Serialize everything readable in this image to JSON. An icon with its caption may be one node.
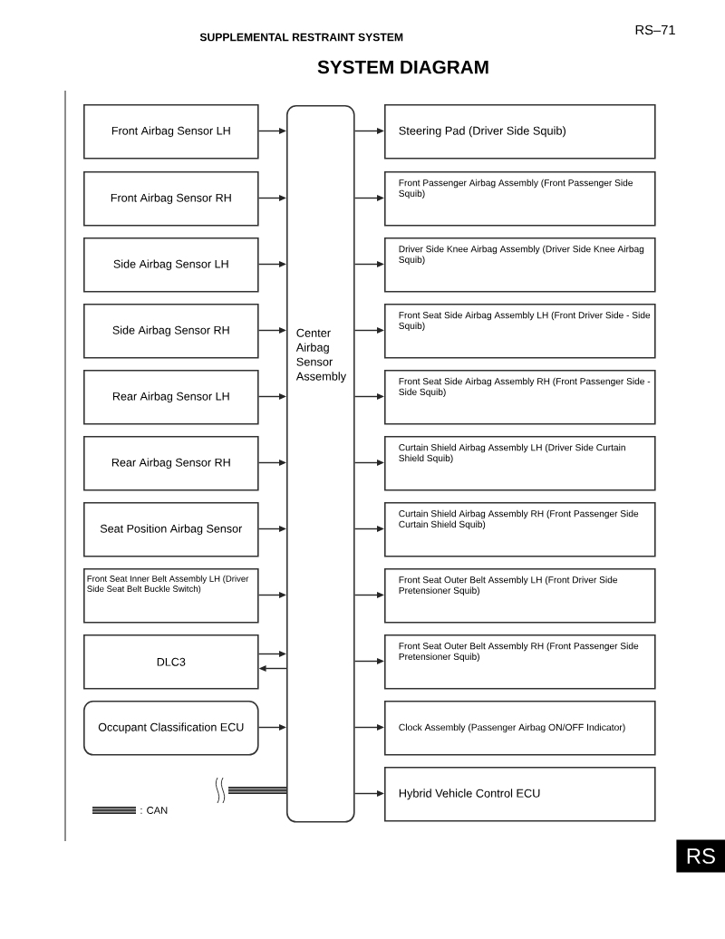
{
  "diagram": {
    "title": "SYSTEM DIAGRAM",
    "nodes": [
      {
        "text": [
          "Front Airbag Sensor LH"
        ]
      },
      {
        "text": [
          "Front Airbag Sensor RH"
        ]
      },
      {
        "text": [
          "Side Airbag Sensor LH"
        ]
      },
      {
        "text": [
          "Side Airbag Sensor RH"
        ]
      },
      {
        "text": [
          "Rear Airbag Sensor LH"
        ]
      },
      {
        "text": [
          "Rear Airbag Sensor RH"
        ]
      },
      {
        "text": [
          "Seat Position Airbag Sensor"
        ]
      },
      {
        "text": [
          "Front Seat Inner Belt Assembly LH (Driver Side Seat Belt Buckle Switch)"
        ]
      },
      {
        "text": [
          "DLC3"
        ]
      },
      {
        "text": [
          "Occupant Classification ECU"
        ]
      },
      {
        "text": [
          "Center Airbag Sensor Assembly"
        ]
      },
      {
        "text": [
          "Steering Pad (Driver Side Squib)"
        ]
      },
      {
        "text": [
          "Front Passenger Airbag Assembly (Front Passenger Side Squib)"
        ]
      },
      {
        "text": [
          "Driver Side Knee Airbag Assembly (Driver Side Knee Airbag Squib)"
        ]
      },
      {
        "text": [
          "Front Seat Side Airbag Assembly LH (Front Driver Side - Side Squib)"
        ]
      },
      {
        "text": [
          "Front Seat Side Airbag Assembly RH (Front Passenger Side - Side Squib)"
        ]
      },
      {
        "text": [
          "Curtain Shield Airbag Assembly LH (Driver Side Curtain Shield Squib)"
        ]
      },
      {
        "text": [
          "Curtain Shield Airbag Assembly RH (Front Passenger Side Curtain Shield Squib)"
        ]
      },
      {
        "text": [
          "Front Seat Outer Belt Assembly LH (Front Driver Side Pretensioner Squib)"
        ]
      },
      {
        "text": [
          "Front Seat Outer Belt Assembly RH (Front Passenger Side Pretensioner Squib)"
        ]
      },
      {
        "text": [
          "Clock Assembly (Passenger Airbag ON/OFF Indicator)"
        ]
      },
      {
        "text": [
          "Hybrid Vehicle Control ECU"
        ]
      }
    ],
    "edges": [
      {
        "from": 0,
        "to": 10,
        "arrow": "to"
      },
      {
        "from": 1,
        "to": 10,
        "arrow": "to"
      },
      {
        "from": 2,
        "to": 10,
        "arrow": "to"
      },
      {
        "from": 3,
        "to": 10,
        "arrow": "to"
      },
      {
        "from": 4,
        "to": 10,
        "arrow": "to"
      },
      {
        "from": 5,
        "to": 10,
        "arrow": "to"
      },
      {
        "from": 6,
        "to": 10,
        "arrow": "to"
      },
      {
        "from": 7,
        "to": 10,
        "arrow": "to"
      },
      {
        "from": 8,
        "to": 10,
        "arrow": "to"
      },
      {
        "from": 10,
        "to": 8,
        "arrow": "to"
      },
      {
        "from": 9,
        "to": 10,
        "arrow": "to"
      },
      {
        "from": 10,
        "to": 11,
        "arrow": "to"
      },
      {
        "from": 10,
        "to": 12,
        "arrow": "to"
      },
      {
        "from": 10,
        "to": 13,
        "arrow": "to"
      },
      {
        "from": 10,
        "to": 14,
        "arrow": "to"
      },
      {
        "from": 10,
        "to": 15,
        "arrow": "to"
      },
      {
        "from": 10,
        "to": 16,
        "arrow": "to"
      },
      {
        "from": 10,
        "to": 17,
        "arrow": "to"
      },
      {
        "from": 10,
        "to": 18,
        "arrow": "to"
      },
      {
        "from": 10,
        "to": 19,
        "arrow": "to"
      },
      {
        "from": 10,
        "to": 20,
        "arrow": "to"
      },
      {
        "from": 10,
        "to": 21,
        "arrow": "to"
      },
      {
        "from": null,
        "to": 10,
        "arrow": "none",
        "style": "thick"
      }
    ],
    "labels": [
      "SUPPLEMENTAL RESTRAINT SYSTEM",
      "RS–71",
      "RS"
    ],
    "legend": [
      {
        "text": ": CAN"
      }
    ]
  }
}
